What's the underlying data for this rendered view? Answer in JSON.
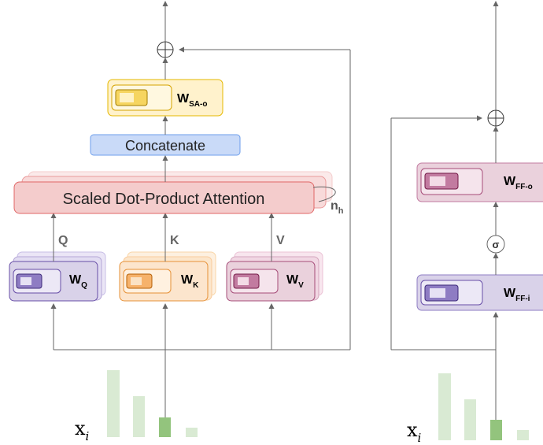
{
  "attention_block": {
    "output_projection": {
      "label": "W",
      "subscript": "SA-o",
      "color": "#f6d560"
    },
    "concat_label": "Concatenate",
    "attention_label": "Scaled Dot-Product Attention",
    "heads_label": "n",
    "heads_subscript": "h",
    "q_label": "Q",
    "k_label": "K",
    "v_label": "V",
    "projections": [
      {
        "label": "W",
        "subscript": "Q",
        "color": "#8e7cc3"
      },
      {
        "label": "W",
        "subscript": "K",
        "color": "#f6b26b"
      },
      {
        "label": "W",
        "subscript": "V",
        "color": "#c27ba0"
      }
    ],
    "input_label": "x",
    "input_subscript": "i"
  },
  "ffn_block": {
    "output_projection": {
      "label": "W",
      "subscript": "FF-o",
      "color": "#c27ba0"
    },
    "activation_label": "σ",
    "input_projection": {
      "label": "W",
      "subscript": "FF-i",
      "color": "#8e7cc3"
    },
    "input_label": "x",
    "input_subscript": "i"
  },
  "colors": {
    "arrow": "#666666",
    "bars": "#d9ead3",
    "bar_highlight": "#93c47d",
    "concat_fill": "#c9daf8",
    "concat_stroke": "#6d9eeb",
    "attention_fill": "#f4cccc",
    "attention_stroke": "#e06666"
  }
}
